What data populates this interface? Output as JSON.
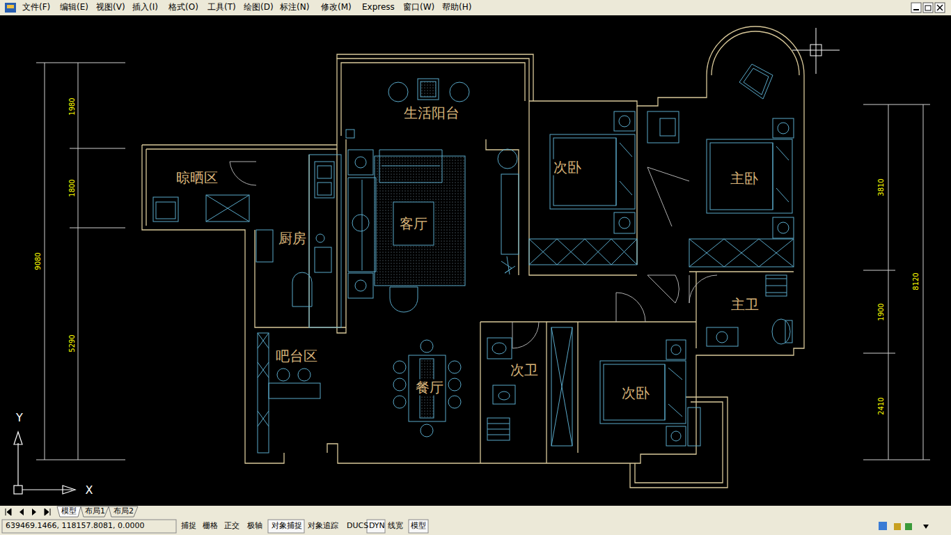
{
  "diagram": {
    "labels": [
      "文件(F)",
      "编辑(E)",
      "视图(V)",
      "插入(I)",
      "格式(O)",
      "工具(T)",
      "绘图(D)",
      "标注(N)",
      "修改(M)",
      "Express",
      "窗口(W)",
      "帮助(H)",
      "生活阳台",
      "晾晒区",
      "厨房",
      "客厅",
      "次卧",
      "主卧",
      "主卫",
      "吧台区",
      "餐厅",
      "次卫",
      "次卧",
      "1980",
      "1800",
      "9080",
      "5290",
      "3810",
      "8120",
      "1900",
      "2410",
      "Y",
      "X",
      "模型",
      "布局1",
      "布局2",
      "639469.1466, 118157.8081, 0.0000",
      "捕捉",
      "栅格",
      "正交",
      "极轴",
      "对象捕捉",
      "对象追踪",
      "DUCS",
      "DYN",
      "线宽",
      "模型"
    ]
  }
}
